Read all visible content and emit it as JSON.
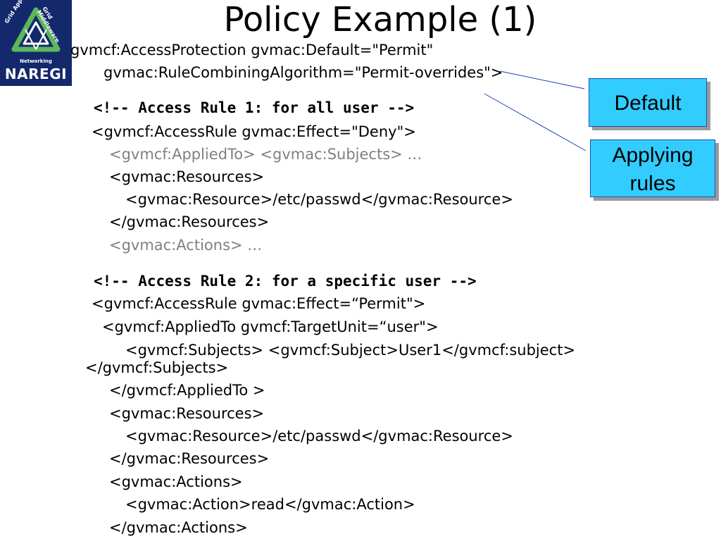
{
  "logo": {
    "arc_left": "Grid Applications",
    "arc_right": "Grid Middleware",
    "networking": "Networking",
    "name": "NAREGI"
  },
  "title": "Policy Example (1)",
  "code_lines": [
    "gvmcf:AccessProtection gvmac:Default=\"Permit\"",
    "gvmac:RuleCombiningAlgorithm=\"Permit-overrides\">",
    "<!-- Access Rule 1: for all user -->",
    "<gvmcf:AccessRule gvmac:Effect=\"Deny\">",
    "<gvmcf:AppliedTo> <gvmac:Subjects> …",
    "<gvmac:Resources>",
    "<gvmac:Resource>/etc/passwd</gvmac:Resource>",
    "</gvmac:Resources>",
    "<gvmac:Actions> …",
    "<!-- Access Rule 2: for a specific user -->",
    "<gvmcf:AccessRule gvmac:Effect=“Permit\">",
    "<gvmcf:AppliedTo gvmcf:TargetUnit=“user\">",
    "<gvmcf:Subjects> <gvmcf:Subject>User1</gvmcf:subject>",
    "</gvmcf:Subjects>",
    "</gvmcf:AppliedTo >",
    "<gvmac:Resources>",
    "<gvmac:Resource>/etc/passwd</gvmac:Resource>",
    "</gvmac:Resources>",
    "<gvmac:Actions>",
    "<gvmac:Action>read</gvmac:Action>",
    "</gvmac:Actions>"
  ],
  "callouts": {
    "default": "Default",
    "applying_line1": "Applying",
    "applying_line2": "rules"
  },
  "colors": {
    "callout_fill": "#33ccff",
    "logo_background": "#14296b",
    "logo_green": "#5cb85c",
    "dimmed_text": "#808080"
  }
}
